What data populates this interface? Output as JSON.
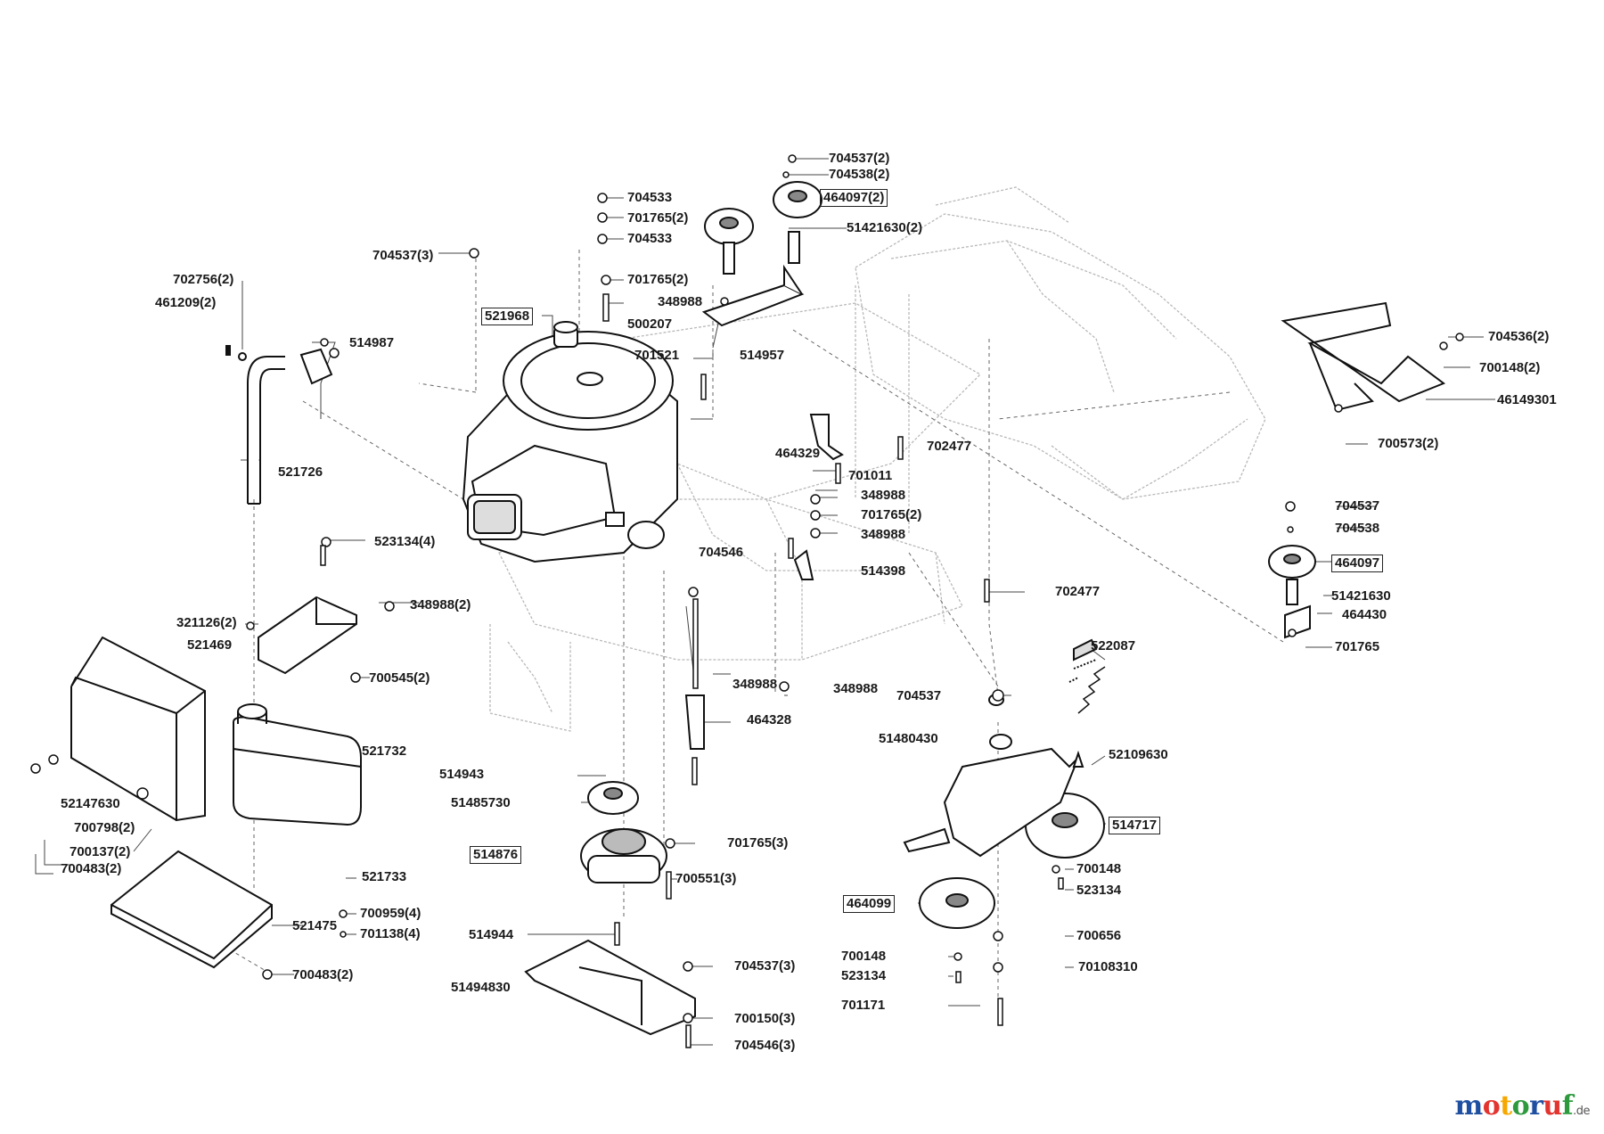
{
  "logo": {
    "text": "motoruf",
    "tld": ".de"
  },
  "labels": [
    {
      "id": "l704537-2a",
      "text": "704537(2)"
    },
    {
      "id": "l704538-2",
      "text": "704538(2)"
    },
    {
      "id": "l464097-2",
      "text": "464097(2)"
    },
    {
      "id": "l51421630-2",
      "text": "51421630(2)"
    },
    {
      "id": "l704533a",
      "text": "704533"
    },
    {
      "id": "l701765-2a",
      "text": "701765(2)"
    },
    {
      "id": "l704533b",
      "text": "704533"
    },
    {
      "id": "l701765-2b",
      "text": "701765(2)"
    },
    {
      "id": "l348988a",
      "text": "348988"
    },
    {
      "id": "l500207",
      "text": "500207"
    },
    {
      "id": "l514957",
      "text": "514957"
    },
    {
      "id": "l701521",
      "text": "701521"
    },
    {
      "id": "l704537-3a",
      "text": "704537(3)"
    },
    {
      "id": "l702756-2",
      "text": "702756(2)"
    },
    {
      "id": "l461209-2",
      "text": "461209(2)"
    },
    {
      "id": "l514987",
      "text": "514987"
    },
    {
      "id": "l521968",
      "text": "521968"
    },
    {
      "id": "l521726",
      "text": "521726"
    },
    {
      "id": "l523134-4",
      "text": "523134(4)"
    },
    {
      "id": "l348988-2",
      "text": "348988(2)"
    },
    {
      "id": "l321126-2",
      "text": "321126(2)"
    },
    {
      "id": "l521469",
      "text": "521469"
    },
    {
      "id": "l700545-2",
      "text": "700545(2)"
    },
    {
      "id": "l521732",
      "text": "521732"
    },
    {
      "id": "l52147630",
      "text": "52147630"
    },
    {
      "id": "l700798-2",
      "text": "700798(2)"
    },
    {
      "id": "l700137-2",
      "text": "700137(2)"
    },
    {
      "id": "l700483-2a",
      "text": "700483(2)"
    },
    {
      "id": "l521733",
      "text": "521733"
    },
    {
      "id": "l700959-4",
      "text": "700959(4)"
    },
    {
      "id": "l701138-4",
      "text": "701138(4)"
    },
    {
      "id": "l521475",
      "text": "521475"
    },
    {
      "id": "l700483-2b",
      "text": "700483(2)"
    },
    {
      "id": "l464329",
      "text": "464329"
    },
    {
      "id": "l701011",
      "text": "701011"
    },
    {
      "id": "l702477a",
      "text": "702477"
    },
    {
      "id": "l348988b",
      "text": "348988"
    },
    {
      "id": "l701765-2c",
      "text": "701765(2)"
    },
    {
      "id": "l348988c",
      "text": "348988"
    },
    {
      "id": "l704546",
      "text": "704546"
    },
    {
      "id": "l514398",
      "text": "514398"
    },
    {
      "id": "l702477b",
      "text": "702477"
    },
    {
      "id": "l348988d",
      "text": "348988"
    },
    {
      "id": "l348988e",
      "text": "348988"
    },
    {
      "id": "l464328",
      "text": "464328"
    },
    {
      "id": "l514943",
      "text": "514943"
    },
    {
      "id": "l51485730",
      "text": "51485730"
    },
    {
      "id": "l514876",
      "text": "514876"
    },
    {
      "id": "l701765-3",
      "text": "701765(3)"
    },
    {
      "id": "l700551-3",
      "text": "700551(3)"
    },
    {
      "id": "l514944",
      "text": "514944"
    },
    {
      "id": "l51494830",
      "text": "51494830"
    },
    {
      "id": "l704537-3b",
      "text": "704537(3)"
    },
    {
      "id": "l700150-3",
      "text": "700150(3)"
    },
    {
      "id": "l704546-3",
      "text": "704546(3)"
    },
    {
      "id": "l704536-2",
      "text": "704536(2)"
    },
    {
      "id": "l700148-2",
      "text": "700148(2)"
    },
    {
      "id": "l46149301",
      "text": "46149301"
    },
    {
      "id": "l700573-2",
      "text": "700573(2)"
    },
    {
      "id": "l704537",
      "text": "704537"
    },
    {
      "id": "l704538",
      "text": "704538"
    },
    {
      "id": "l464097",
      "text": "464097"
    },
    {
      "id": "l51421630",
      "text": "51421630"
    },
    {
      "id": "l464430",
      "text": "464430"
    },
    {
      "id": "l701765",
      "text": "701765"
    },
    {
      "id": "l522087",
      "text": "522087"
    },
    {
      "id": "l704537b",
      "text": "704537"
    },
    {
      "id": "l51480430",
      "text": "51480430"
    },
    {
      "id": "l52109630",
      "text": "52109630"
    },
    {
      "id": "l514717",
      "text": "514717"
    },
    {
      "id": "l700148a",
      "text": "700148"
    },
    {
      "id": "l523134a",
      "text": "523134"
    },
    {
      "id": "l464099",
      "text": "464099"
    },
    {
      "id": "l700656",
      "text": "700656"
    },
    {
      "id": "l700148b",
      "text": "700148"
    },
    {
      "id": "l523134b",
      "text": "523134"
    },
    {
      "id": "l70108310",
      "text": "70108310"
    },
    {
      "id": "l701171",
      "text": "701171"
    }
  ]
}
